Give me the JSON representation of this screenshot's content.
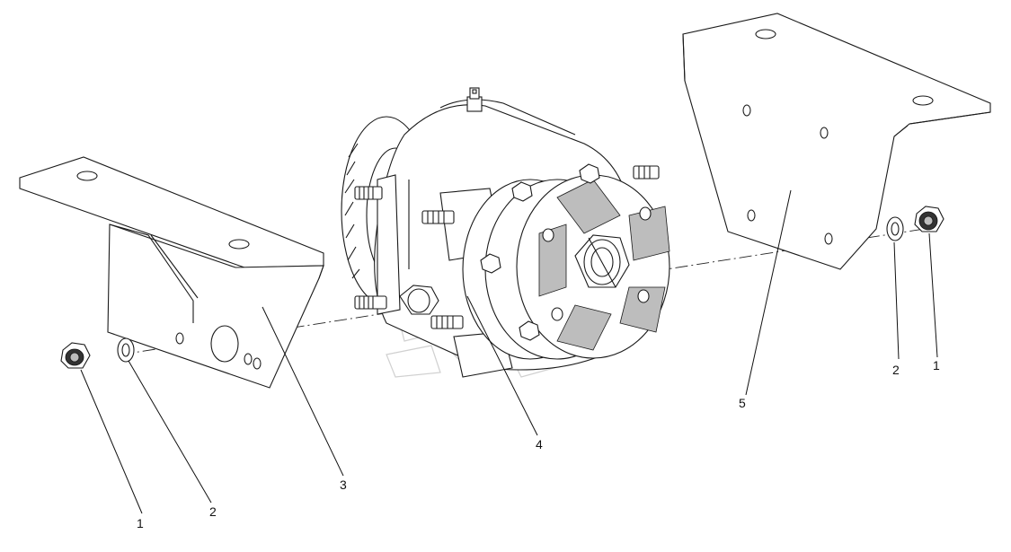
{
  "callouts": [
    {
      "id": "nut-left",
      "label": "1"
    },
    {
      "id": "washer-left",
      "label": "2"
    },
    {
      "id": "bracket-left",
      "label": "3"
    },
    {
      "id": "hub-assembly",
      "label": "4"
    },
    {
      "id": "bracket-right",
      "label": "5"
    },
    {
      "id": "washer-right",
      "label": "2"
    },
    {
      "id": "nut-right",
      "label": "1"
    }
  ]
}
